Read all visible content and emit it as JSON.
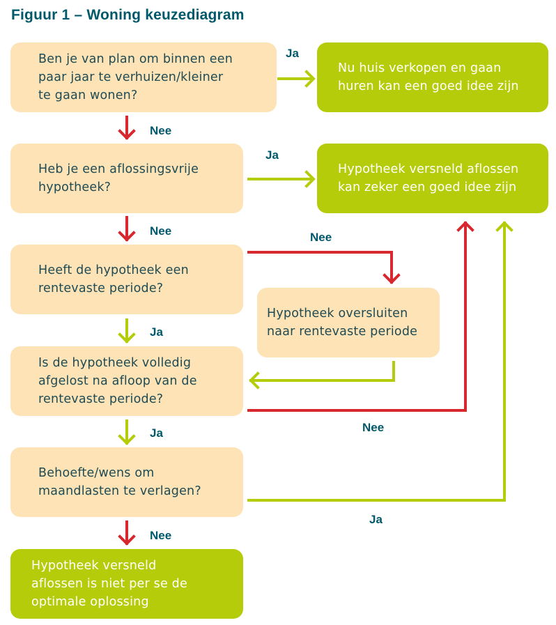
{
  "title": "Figuur 1 – Woning keuzediagram",
  "colors": {
    "question_box": "#fde3b5",
    "answer_box": "#b5cc0a",
    "nee_arrow": "#d7282f",
    "ja_arrow": "#b5cc0a",
    "label_text": "#00586b"
  },
  "nodes": {
    "q1": "Ben je van plan om binnen een\npaar jaar te verhuizen/kleiner\nte gaan wonen?",
    "a1": "Nu huis verkopen en gaan\nhuren kan een goed idee zijn",
    "q2": "Heb je een aflossingsvrije\nhypotheek?",
    "a2": "Hypotheek versneld aflossen\nkan zeker een goed idee zijn",
    "q3": "Heeft de hypotheek een\nrentevaste periode?",
    "m1": "Hypotheek oversluiten\nnaar rentevaste periode",
    "q4": "Is de hypotheek volledig\nafgelost na afloop van de\nrentevaste periode?",
    "q5": "Behoefte/wens om\nmaandlasten te verlagen?",
    "a3": "Hypotheek versneld\naflossen is niet per se de\noptimale oplossing"
  },
  "labels": {
    "q1_ja": "Ja",
    "q1_nee": "Nee",
    "q2_ja": "Ja",
    "q2_nee": "Nee",
    "q3_nee": "Nee",
    "q3_ja": "Ja",
    "q4_ja": "Ja",
    "q4_nee": "Nee",
    "q5_ja": "Ja",
    "q5_nee": "Nee"
  }
}
